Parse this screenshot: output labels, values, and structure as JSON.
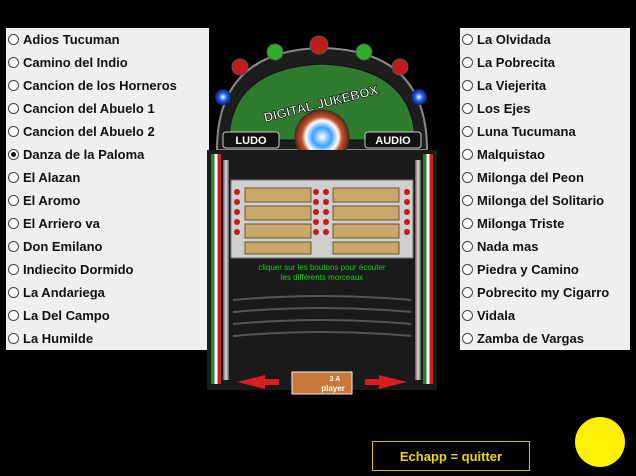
{
  "left_list": [
    {
      "label": "Adios Tucuman",
      "selected": false
    },
    {
      "label": "Camino del Indio",
      "selected": false
    },
    {
      "label": "Cancion de los Horneros",
      "selected": false
    },
    {
      "label": "Cancion del Abuelo 1",
      "selected": false
    },
    {
      "label": "Cancion del Abuelo 2",
      "selected": false
    },
    {
      "label": "Danza de la Paloma",
      "selected": true
    },
    {
      "label": "El Alazan",
      "selected": false
    },
    {
      "label": "El Aromo",
      "selected": false
    },
    {
      "label": "El Arriero va",
      "selected": false
    },
    {
      "label": "Don Emilano",
      "selected": false
    },
    {
      "label": "Indiecito Dormido",
      "selected": false
    },
    {
      "label": "La Andariega",
      "selected": false
    },
    {
      "label": "La Del Campo",
      "selected": false
    },
    {
      "label": "La Humilde",
      "selected": false
    }
  ],
  "right_list": [
    {
      "label": "La Olvidada",
      "selected": false
    },
    {
      "label": "La Pobrecita",
      "selected": false
    },
    {
      "label": "La Viejerita",
      "selected": false
    },
    {
      "label": "Los Ejes",
      "selected": false
    },
    {
      "label": "Luna Tucumana",
      "selected": false
    },
    {
      "label": "Malquistao",
      "selected": false
    },
    {
      "label": "Milonga del Peon",
      "selected": false
    },
    {
      "label": "Milonga del Solitario",
      "selected": false
    },
    {
      "label": "Milonga Triste",
      "selected": false
    },
    {
      "label": "Nada mas",
      "selected": false
    },
    {
      "label": "Piedra y Camino",
      "selected": false
    },
    {
      "label": "Pobrecito my Cigarro",
      "selected": false
    },
    {
      "label": "Vidala",
      "selected": false
    },
    {
      "label": "Zamba de Vargas",
      "selected": false
    }
  ],
  "jukebox": {
    "brand": "DIGITAL JUKEBOX",
    "left_label": "LUDO",
    "right_label": "AUDIO",
    "instruction_line1": "cliquer sur les boutons pour écouter",
    "instruction_line2": "les différents morceaux",
    "player_top": "3 A",
    "player_bottom": "player"
  },
  "quit_label": "Echapp = quitter",
  "colors": {
    "accent_yellow": "#f2d500",
    "list_bg": "#efefef",
    "instruction_green": "#19d019"
  }
}
